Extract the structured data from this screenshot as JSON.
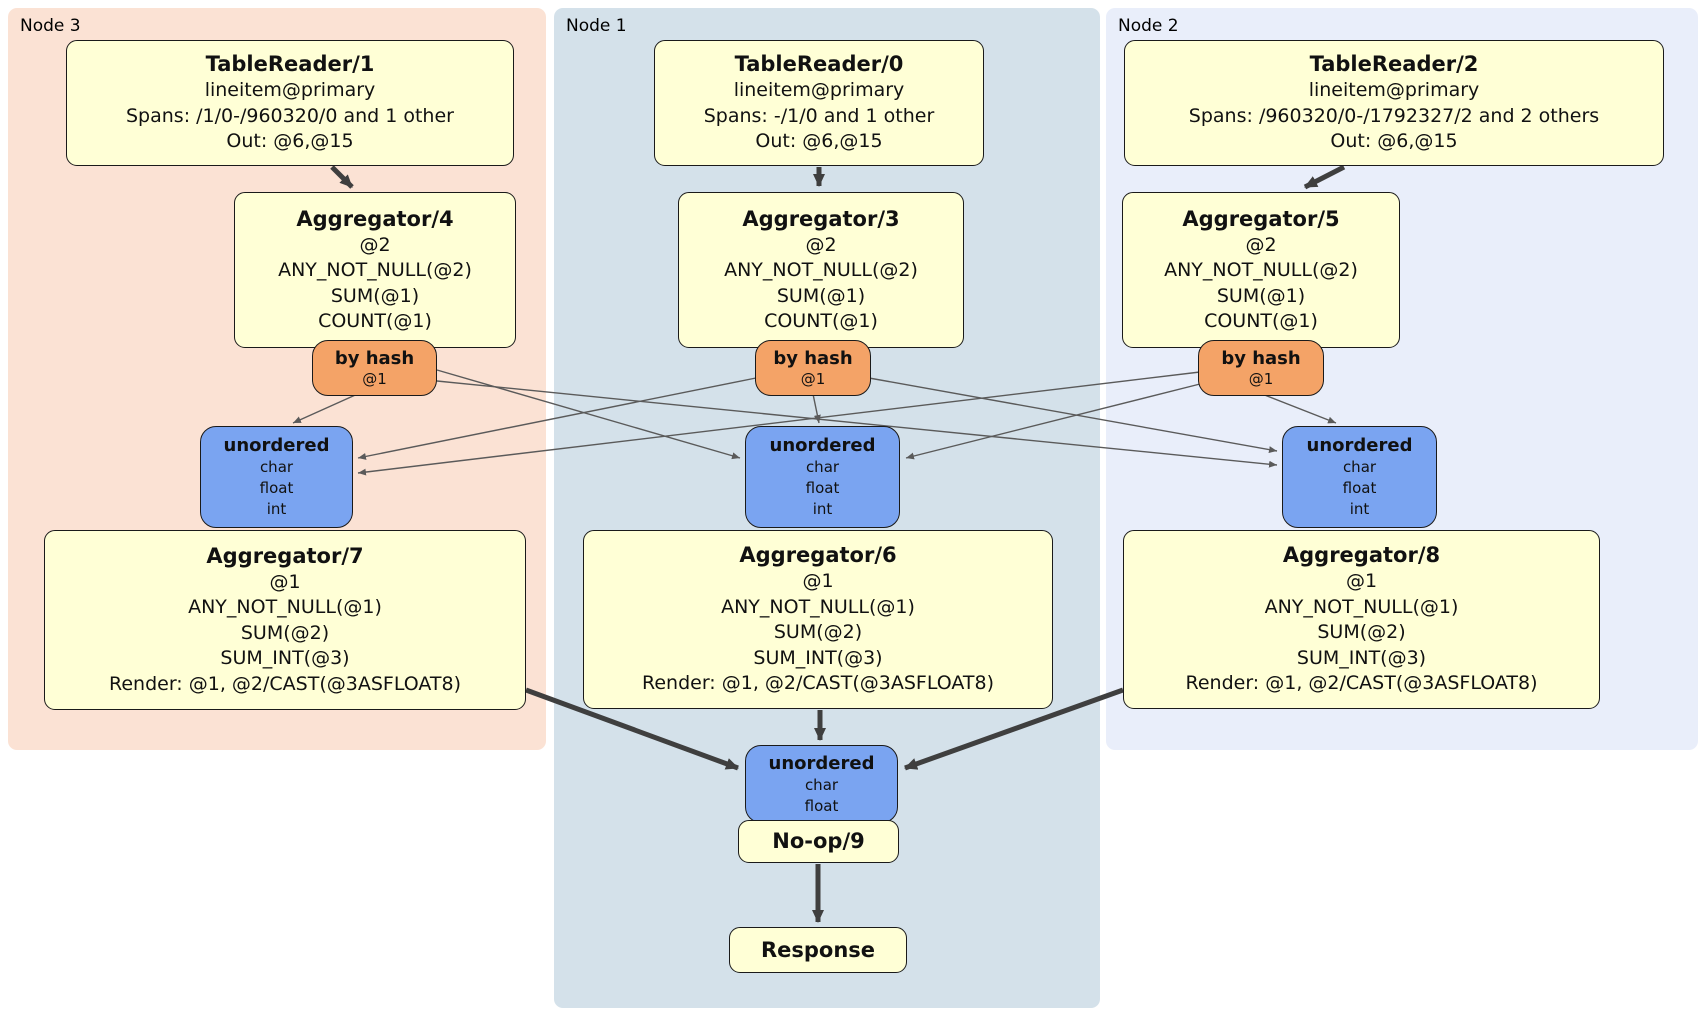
{
  "groups": [
    {
      "label": "Node 3"
    },
    {
      "label": "Node 1"
    },
    {
      "label": "Node 2"
    }
  ],
  "boxes": {
    "tablereader1": {
      "title": "TableReader/1",
      "lines": [
        "lineitem@primary",
        "Spans: /1/0-/960320/0 and 1 other",
        "Out: @6,@15"
      ]
    },
    "tablereader0": {
      "title": "TableReader/0",
      "lines": [
        "lineitem@primary",
        "Spans: -/1/0 and 1 other",
        "Out: @6,@15"
      ]
    },
    "tablereader2": {
      "title": "TableReader/2",
      "lines": [
        "lineitem@primary",
        "Spans: /960320/0-/1792327/2 and 2 others",
        "Out: @6,@15"
      ]
    },
    "aggregator4": {
      "title": "Aggregator/4",
      "lines": [
        "@2",
        "ANY_NOT_NULL(@2)",
        "SUM(@1)",
        "COUNT(@1)"
      ]
    },
    "aggregator3": {
      "title": "Aggregator/3",
      "lines": [
        "@2",
        "ANY_NOT_NULL(@2)",
        "SUM(@1)",
        "COUNT(@1)"
      ]
    },
    "aggregator5": {
      "title": "Aggregator/5",
      "lines": [
        "@2",
        "ANY_NOT_NULL(@2)",
        "SUM(@1)",
        "COUNT(@1)"
      ]
    },
    "aggregator7": {
      "title": "Aggregator/7",
      "lines": [
        "@1",
        "ANY_NOT_NULL(@1)",
        "SUM(@2)",
        "SUM_INT(@3)",
        "Render: @1, @2/CAST(@3ASFLOAT8)"
      ]
    },
    "aggregator6": {
      "title": "Aggregator/6",
      "lines": [
        "@1",
        "ANY_NOT_NULL(@1)",
        "SUM(@2)",
        "SUM_INT(@3)",
        "Render: @1, @2/CAST(@3ASFLOAT8)"
      ]
    },
    "aggregator8": {
      "title": "Aggregator/8",
      "lines": [
        "@1",
        "ANY_NOT_NULL(@1)",
        "SUM(@2)",
        "SUM_INT(@3)",
        "Render: @1, @2/CAST(@3ASFLOAT8)"
      ]
    },
    "noop": {
      "title": "No-op/9"
    },
    "response": {
      "title": "Response"
    }
  },
  "routers": {
    "hash3": {
      "label": "by hash",
      "detail": "@1"
    },
    "hash1": {
      "label": "by hash",
      "detail": "@1"
    },
    "hash5": {
      "label": "by hash",
      "detail": "@1"
    }
  },
  "syncs": {
    "unordered3": {
      "label": "unordered",
      "types": [
        "char",
        "float",
        "int"
      ]
    },
    "unordered1": {
      "label": "unordered",
      "types": [
        "char",
        "float",
        "int"
      ]
    },
    "unordered2": {
      "label": "unordered",
      "types": [
        "char",
        "float",
        "int"
      ]
    },
    "unordered_final": {
      "label": "unordered",
      "types": [
        "char",
        "float"
      ]
    }
  },
  "colors": {
    "node3_bg": "#fbe2d4",
    "node1_bg": "#d4e1ea",
    "node2_bg": "#e9eefa",
    "processor_fill": "#ffffd6",
    "router_fill": "#f4a367",
    "sync_fill": "#7aa4f1",
    "box_border": "#1a1a1a",
    "edge_thick": "#3f3f3f",
    "edge_thin": "#5a5a5a"
  }
}
